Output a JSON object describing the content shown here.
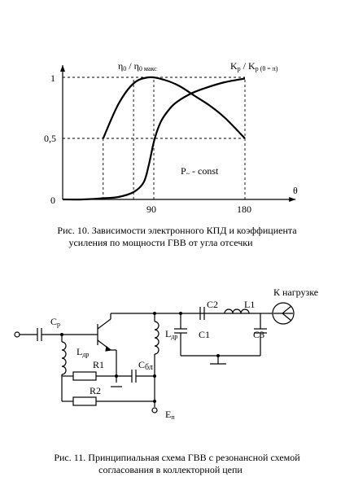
{
  "chart_data": {
    "type": "line",
    "xlabel": "θ",
    "ylabel": "",
    "xticks": [
      "90",
      "180"
    ],
    "yticks": [
      "0",
      "0,5",
      "1"
    ],
    "xlim": [
      0,
      230
    ],
    "ylim": [
      0,
      1.1
    ],
    "annotation": "P~ - const",
    "series": [
      {
        "name": "η0 / η0 макс",
        "x": [
          40,
          55,
          70,
          85,
          100,
          115,
          130,
          145,
          160,
          180
        ],
        "y": [
          0.5,
          0.78,
          0.95,
          1.0,
          0.98,
          0.93,
          0.85,
          0.77,
          0.67,
          0.5
        ]
      },
      {
        "name": "Kp / Kp(θ=π)",
        "x": [
          0,
          20,
          40,
          55,
          70,
          80,
          85,
          90,
          95,
          100,
          110,
          125,
          140,
          160,
          180
        ],
        "y": [
          0.0,
          0.0,
          0.01,
          0.02,
          0.06,
          0.14,
          0.28,
          0.47,
          0.6,
          0.68,
          0.78,
          0.86,
          0.91,
          0.96,
          0.99
        ]
      }
    ]
  },
  "figure10": {
    "label_eta": "η",
    "label_eta_sub": "0",
    "label_eta_slash": "/ η",
    "label_eta_sub2": "0 макс",
    "label_k": "K",
    "label_k_sub": "p",
    "label_k_slash": "/ K",
    "label_k_sub2": "p (θ = π)",
    "label_p": "P",
    "label_p_sub": "~",
    "label_p_rest": " - const",
    "caption_line1": "Рис. 10. Зависимости электронного КПД и коэффициента",
    "caption_line2": "усиления по мощности ГВВ от угла отсечки"
  },
  "figure11": {
    "label_cp": "C",
    "label_cp_sub": "p",
    "label_ldr1": "L",
    "label_ldr1_sub": "др",
    "label_r1": "R1",
    "label_r2": "R2",
    "label_cbl": "C",
    "label_cbl_sub": "бл",
    "label_ldr2": "L",
    "label_ldr2_sub": "др",
    "label_c1": "C1",
    "label_c2": "C2",
    "label_c3": "C3",
    "label_l1": "L1",
    "label_ep": "E",
    "label_ep_sub": "п",
    "label_load": "К нагрузке",
    "caption_line1": "Рис. 11. Принципиальная схема ГВВ с резонансной схемой",
    "caption_line2": "согласования в коллекторной цепи"
  }
}
